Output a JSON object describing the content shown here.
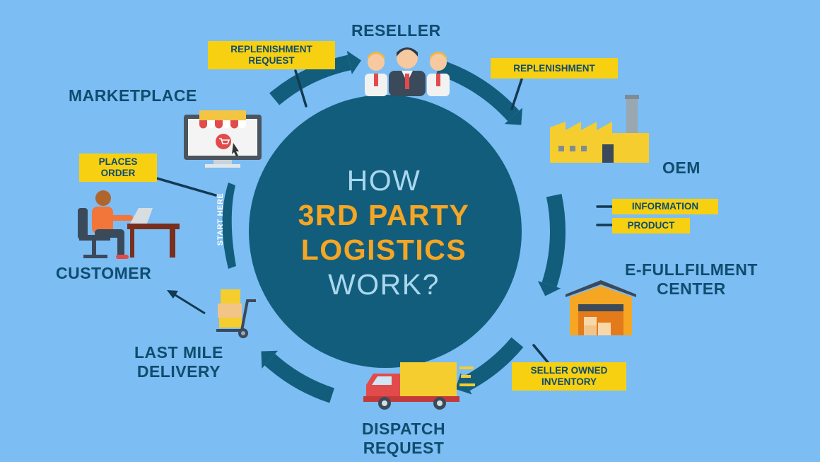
{
  "center": {
    "line1": "HOW",
    "line2": "3RD PARTY",
    "line3": "LOGISTICS",
    "line4": "WORK?"
  },
  "start_label": "START HERE",
  "nodes": {
    "reseller": "RESELLER",
    "marketplace": "MARKETPLACE",
    "oem": "OEM",
    "e_fulfilment_1": "E-FULLFILMENT",
    "e_fulfilment_2": "CENTER",
    "customer": "CUSTOMER",
    "last_mile_1": "LAST MILE",
    "last_mile_2": "DELIVERY",
    "dispatch_1": "DISPATCH",
    "dispatch_2": "REQUEST"
  },
  "tags": {
    "replenishment_request_1": "REPLENISHMENT",
    "replenishment_request_2": "REQUEST",
    "replenishment": "REPLENISHMENT",
    "places_order_1": "PLACES",
    "places_order_2": "ORDER",
    "information": "INFORMATION",
    "product": "PRODUCT",
    "seller_owned_1": "SELLER OWNED",
    "seller_owned_2": "INVENTORY"
  },
  "icons": [
    "reseller-people-icon",
    "marketplace-screen-icon",
    "factory-icon",
    "warehouse-icon",
    "customer-at-desk-icon",
    "hand-truck-icon",
    "delivery-truck-icon"
  ],
  "colors": {
    "background": "#7cbdf3",
    "circle": "#135d7c",
    "ring": "#135d7c",
    "tag": "#f7d012",
    "text_dark": "#0f4c6e",
    "accent_orange": "#f5a623",
    "question_text": "#a9d8ee"
  }
}
